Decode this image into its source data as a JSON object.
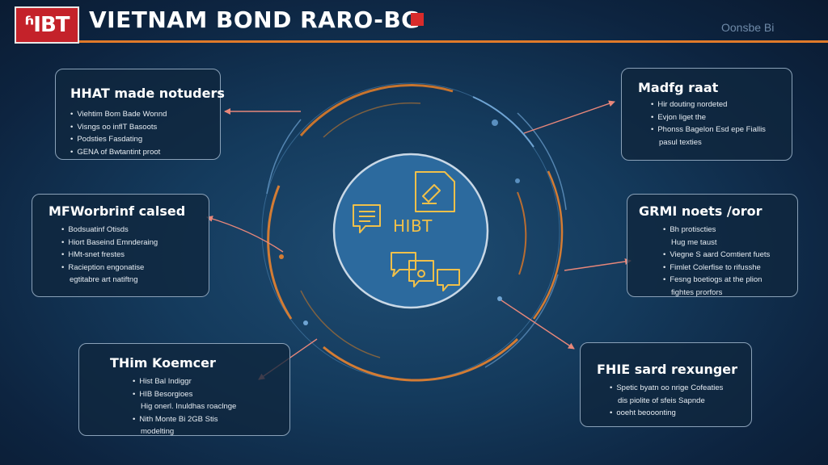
{
  "header": {
    "logo_text": "ʱIBT",
    "title": "VIETNAM BOND RARO-BG",
    "top_right": "Oonsbe Bi",
    "accent_color": "#e07a2a",
    "brand_color": "#c4222a"
  },
  "hub": {
    "label": "HIBT",
    "icons": [
      "document-edit-icon",
      "chat-calendar-icon",
      "chat-bubbles-icon"
    ]
  },
  "cards": {
    "top_left": {
      "title": "HHAT made notuders",
      "items": [
        "Viehtim Bom Bade Wonnd",
        "Visngs oo inflT Basoots",
        "Podsties Fasdating",
        "GENA of Bwtantint proot"
      ]
    },
    "mid_left": {
      "title": "MFWorbrinf calsed",
      "items": [
        "Bodsuatinf Otisds",
        "Hiort Baseind Emnderaing",
        "HMt-snet frestes",
        "Racieption engonatise",
        "egtitabre art natiftng"
      ],
      "bullets": [
        true,
        true,
        true,
        true,
        false
      ]
    },
    "bottom_left": {
      "title": "THim Koemcer",
      "items": [
        "Hist Bal Indiggr",
        "HIB Besorgioes",
        "Hig onerl. Inuldhas roaclnge",
        "Nith Monte Bi 2GB Stis",
        "modelting"
      ],
      "bullets": [
        true,
        true,
        false,
        true,
        false
      ]
    },
    "top_right": {
      "title": "Madfg raat",
      "items": [
        "Hir douting nordeted",
        "Evjon liget the",
        "Phonss Bagelon Esd epe Fiallis",
        "pasul texties"
      ],
      "bullets": [
        true,
        true,
        true,
        false
      ]
    },
    "mid_right": {
      "title": "GRMI noets /oror",
      "items": [
        "Bh protiscties",
        "Hug me taust",
        "Viegne S aard Comtient fuets",
        "Fimlet Colerfise to rifusshe",
        "Fesng boetiogs at the plion",
        "fightes prorfors"
      ],
      "bullets": [
        true,
        false,
        true,
        true,
        true,
        false
      ]
    },
    "bottom_right": {
      "title": "FHIE sard rexunger",
      "items": [
        "Spetic byatn oo nrige Cofeaties",
        "dis piolite of sfeis Sapnde",
        "ooeht beooonting"
      ],
      "bullets": [
        true,
        false,
        true
      ]
    }
  }
}
